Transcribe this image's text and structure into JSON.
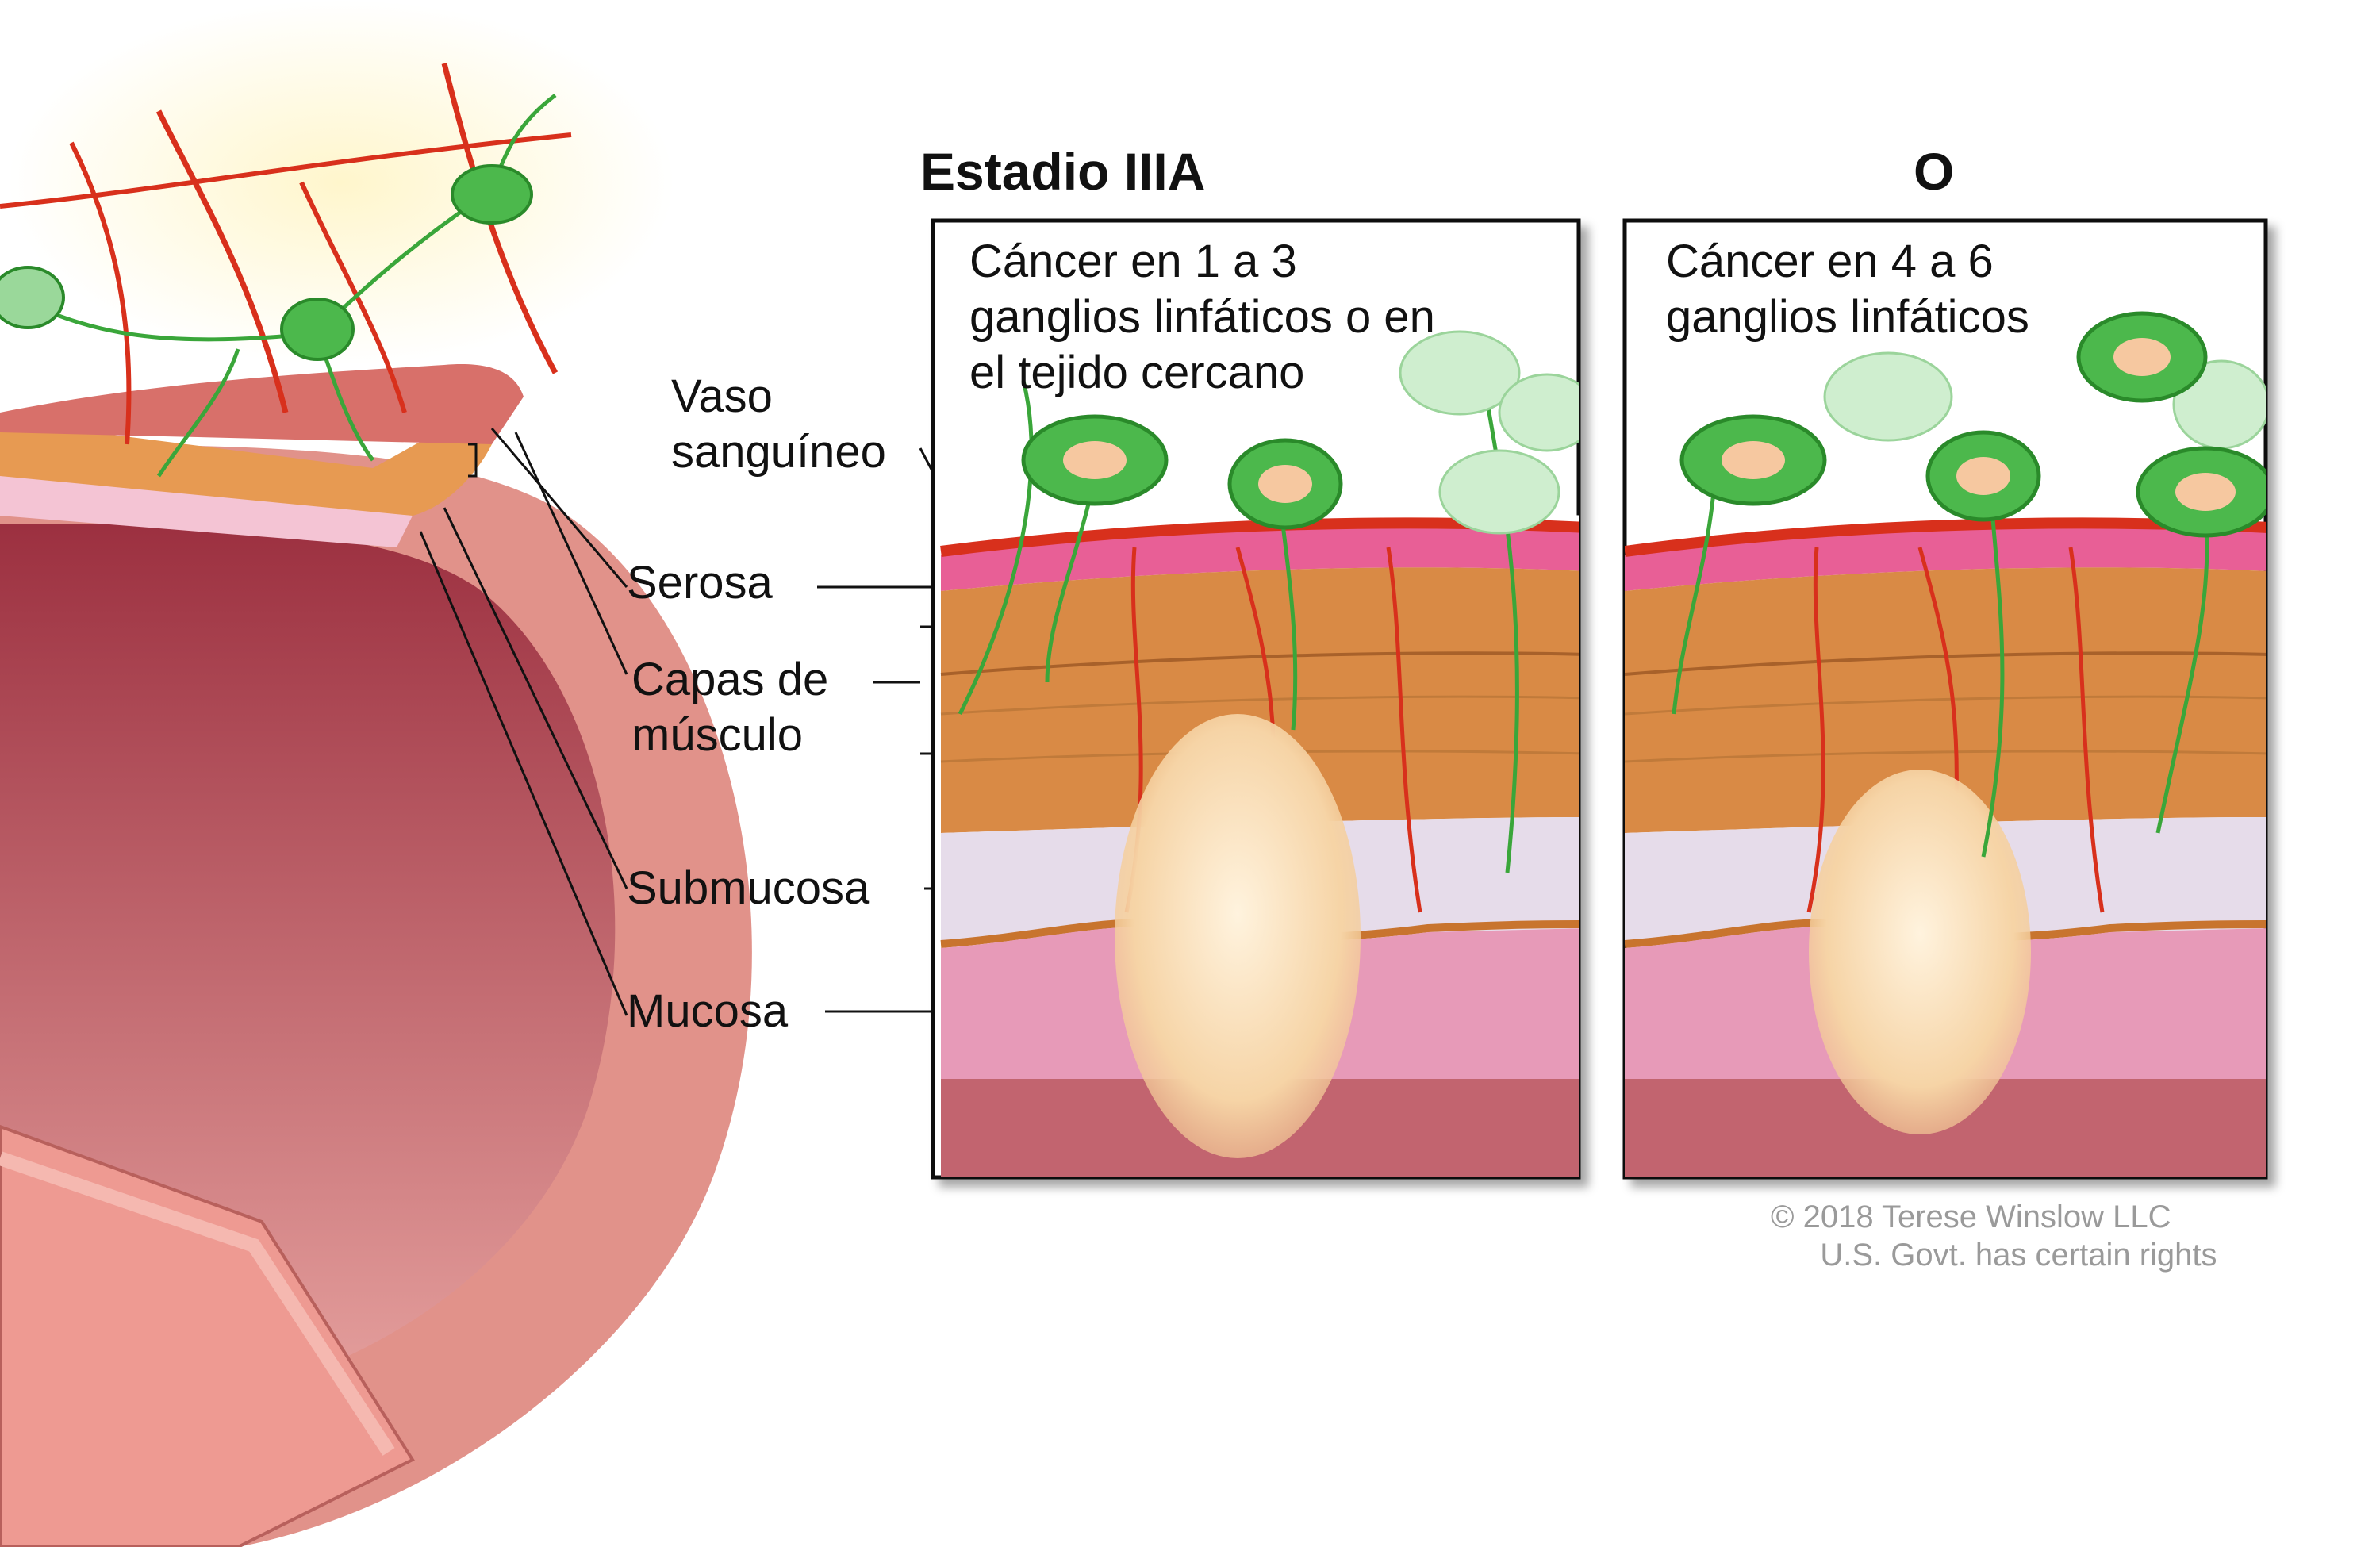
{
  "titles": {
    "stage": "Estadio IIIA",
    "or": "O"
  },
  "panels": {
    "left_caption": [
      "Cáncer en 1 a 3",
      "ganglios linfáticos o en",
      "el tejido cercano"
    ],
    "right_caption": [
      "Cáncer en 4 a 6",
      "ganglios linfáticos"
    ]
  },
  "labels": {
    "vessel": [
      "Vaso",
      "sanguíneo"
    ],
    "serosa": "Serosa",
    "muscle": [
      "Capas de",
      "músculo"
    ],
    "submucosa": "Submucosa",
    "mucosa": "Mucosa"
  },
  "copyright": [
    "© 2018 Terese Winslow LLC",
    "U.S. Govt. has certain rights"
  ],
  "colors": {
    "serosa": "#e85f96",
    "muscle": "#d98a45",
    "submucosa": "#e6dcea",
    "mucosa": "#e79ab8",
    "lumen": "#b8505c",
    "vessel": "#d8301c",
    "lymph": "#3aa63a",
    "tumor": "#f4d2a4",
    "colon_outer": "#e59a8e"
  }
}
